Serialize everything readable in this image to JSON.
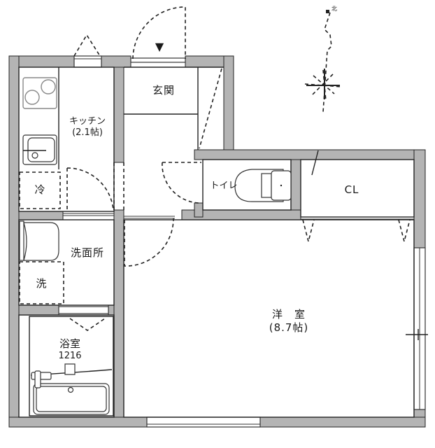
{
  "plan": {
    "type": "apartment floor plan",
    "colors": {
      "wall": "#b4b4b4",
      "line": "#222222",
      "background": "#ffffff"
    },
    "compass": {
      "label": "北",
      "icon": "north-arrow-compass-icon"
    },
    "entrance_marker": "▼",
    "rooms": {
      "kitchen": {
        "name": "キッチン",
        "size": "(2.1帖)"
      },
      "genkan": {
        "name": "玄関"
      },
      "toilet": {
        "name": "トイレ"
      },
      "closet": {
        "name": "CL"
      },
      "fridge": {
        "name": "冷"
      },
      "washroom": {
        "name": "洗面所"
      },
      "washer": {
        "name": "洗"
      },
      "bathroom": {
        "name": "浴室",
        "model": "1216"
      },
      "western_room": {
        "name": "洋　室",
        "size": "(8.7帖)"
      }
    }
  }
}
